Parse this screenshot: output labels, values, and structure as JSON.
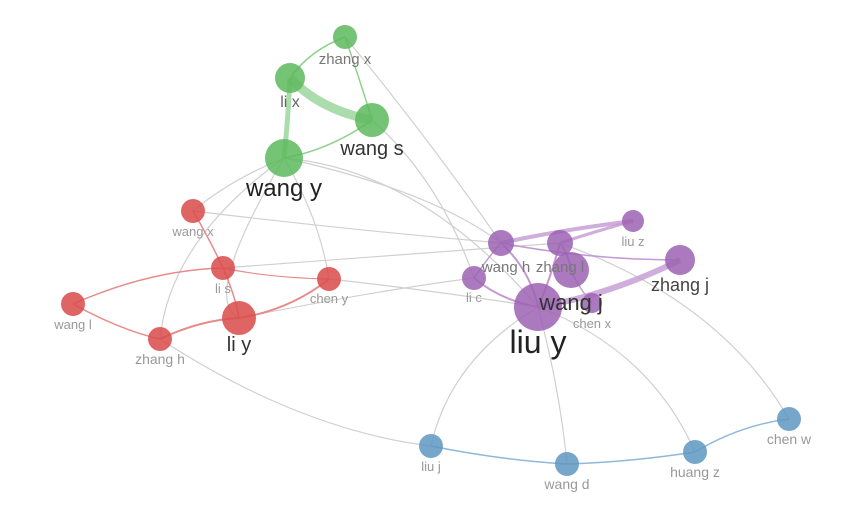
{
  "clusters": [
    {
      "id": "green",
      "color": "#5db85d"
    },
    {
      "id": "red",
      "color": "#d94a4a"
    },
    {
      "id": "purple",
      "color": "#9c62b3"
    },
    {
      "id": "blue",
      "color": "#5f96c2"
    }
  ],
  "nodes": [
    {
      "id": "zhang_x",
      "label": "zhang x",
      "cluster": "green"
    },
    {
      "id": "li_x",
      "label": "li x",
      "cluster": "green"
    },
    {
      "id": "wang_s",
      "label": "wang s",
      "cluster": "green"
    },
    {
      "id": "wang_y",
      "label": "wang y",
      "cluster": "green"
    },
    {
      "id": "wang_x",
      "label": "wang x",
      "cluster": "red"
    },
    {
      "id": "li_s",
      "label": "li s",
      "cluster": "red"
    },
    {
      "id": "chen_y",
      "label": "chen y",
      "cluster": "red"
    },
    {
      "id": "wang_l",
      "label": "wang l",
      "cluster": "red"
    },
    {
      "id": "zhang_h",
      "label": "zhang h",
      "cluster": "red"
    },
    {
      "id": "li_y",
      "label": "li y",
      "cluster": "red"
    },
    {
      "id": "wang_h",
      "label": "wang h",
      "cluster": "purple"
    },
    {
      "id": "zhang_l",
      "label": "zhang l",
      "cluster": "purple"
    },
    {
      "id": "liu_z",
      "label": "liu z",
      "cluster": "purple"
    },
    {
      "id": "zhang_j",
      "label": "zhang j",
      "cluster": "purple"
    },
    {
      "id": "li_c",
      "label": "li c",
      "cluster": "purple"
    },
    {
      "id": "wang_j",
      "label": "wang j",
      "cluster": "purple"
    },
    {
      "id": "chen_x",
      "label": "chen x",
      "cluster": "purple"
    },
    {
      "id": "liu_y",
      "label": "liu y",
      "cluster": "purple"
    },
    {
      "id": "liu_j",
      "label": "liu j",
      "cluster": "blue"
    },
    {
      "id": "wang_d",
      "label": "wang d",
      "cluster": "blue"
    },
    {
      "id": "huang_z",
      "label": "huang z",
      "cluster": "blue"
    },
    {
      "id": "chen_w",
      "label": "chen w",
      "cluster": "blue"
    }
  ]
}
